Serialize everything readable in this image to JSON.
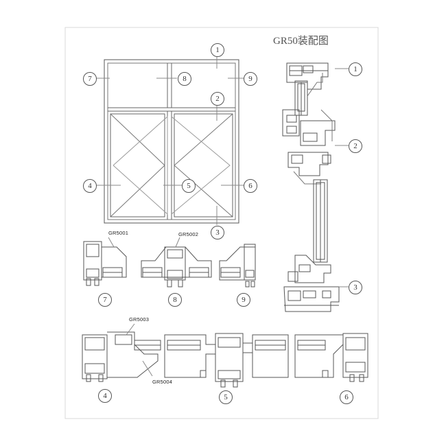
{
  "title": "GR50装配图",
  "window_callouts": [
    "1",
    "9",
    "8",
    "7",
    "2",
    "4",
    "5",
    "6",
    "3"
  ],
  "side_section_callouts": [
    "1",
    "2",
    "3"
  ],
  "top_section_codes": [
    "GR5001",
    "GR5002"
  ],
  "top_section_callouts": [
    "7",
    "8",
    "9"
  ],
  "bottom_section_codes": [
    "GR5003",
    "GR5004"
  ],
  "bottom_section_callouts": [
    "4",
    "5",
    "6"
  ]
}
